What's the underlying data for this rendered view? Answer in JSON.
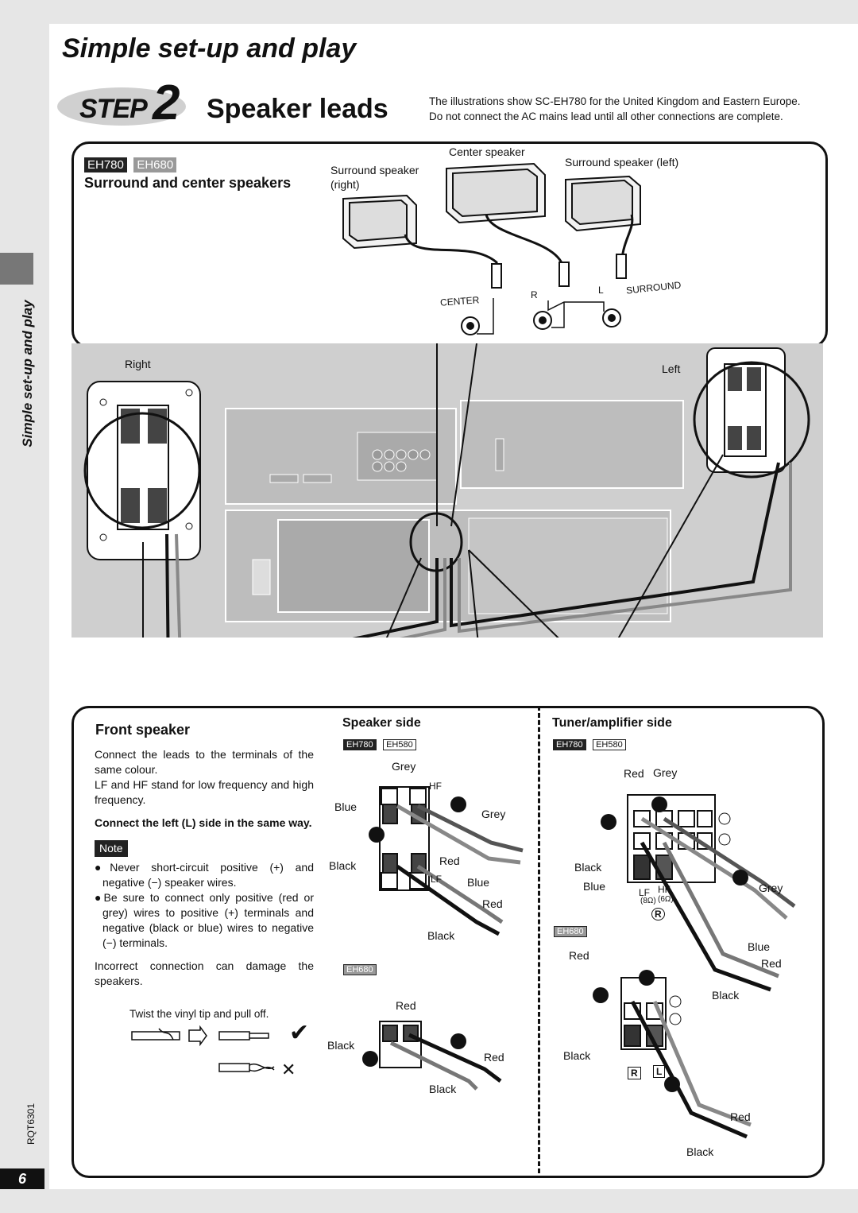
{
  "header": {
    "title": "Simple set-up and play",
    "step_word": "STEP",
    "step_number": "2",
    "step_title": "Speaker leads",
    "intro_line1": "The illustrations show SC-EH780 for the United Kingdom and Eastern Europe.",
    "intro_line2": "Do not connect the AC mains lead until all other connections are complete."
  },
  "side": {
    "title": "Simple set-up and play",
    "doc_code": "RQT6301",
    "page_number": "6"
  },
  "top_section": {
    "tag1": "EH780",
    "tag2": "EH680",
    "heading": "Surround and center speakers",
    "center_speaker": "Center speaker",
    "surround_right_1": "Surround  speaker",
    "surround_right_2": "(right)",
    "surround_left": "Surround speaker (left)",
    "center_terminal": "CENTER",
    "r_label": "R",
    "l_label": "L",
    "surround_terminal": "SURROUND"
  },
  "diagram": {
    "right": "Right",
    "left": "Left"
  },
  "front": {
    "heading": "Front speaker",
    "para1": "Connect the leads to the terminals of the same colour.",
    "para2": "LF and HF stand for low frequency and high frequency.",
    "bold": "Connect the left (L) side in the same way.",
    "note": "Note",
    "bullet1": "●Never short-circuit positive (+) and negative (−) speaker wires.",
    "bullet2": "●Be sure to connect only positive (red or grey) wires to positive (+) terminals and negative (black or blue) wires to negative (−) terminals.",
    "incorrect": "Incorrect connection can damage the speakers.",
    "twist": "Twist the vinyl tip and pull off.",
    "check": "✔",
    "cross": "✕"
  },
  "speaker_side": {
    "heading": "Speaker side",
    "tag1": "EH780",
    "tag2": "EH580",
    "grey_top": "Grey",
    "hf": "HF",
    "blue": "Blue",
    "grey_right": "Grey",
    "black": "Black",
    "red": "Red",
    "lf": "LF",
    "blue2": "Blue",
    "red2": "Red",
    "black2": "Black",
    "eh680": "EH680",
    "red3": "Red",
    "black3": "Black",
    "red4": "Red",
    "black4": "Black"
  },
  "tuner_side": {
    "heading": "Tuner/amplifier side",
    "tag1": "EH780",
    "tag2": "EH580",
    "red": "Red",
    "grey": "Grey",
    "black": "Black",
    "blue": "Blue",
    "lf": "LF",
    "hf": "HF",
    "ohm8": "(8Ω)",
    "ohm6": "(6Ω)",
    "r": "R",
    "grey2": "Grey",
    "eh680": "EH680",
    "red2": "Red",
    "blue2": "Blue",
    "red3": "Red",
    "black2": "Black",
    "black3": "Black",
    "red4": "Red",
    "black4": "Black",
    "l": "L"
  },
  "colors": {
    "accent_dark": "#222222",
    "tag_grey": "#999999",
    "background": "#e6e6e6"
  }
}
